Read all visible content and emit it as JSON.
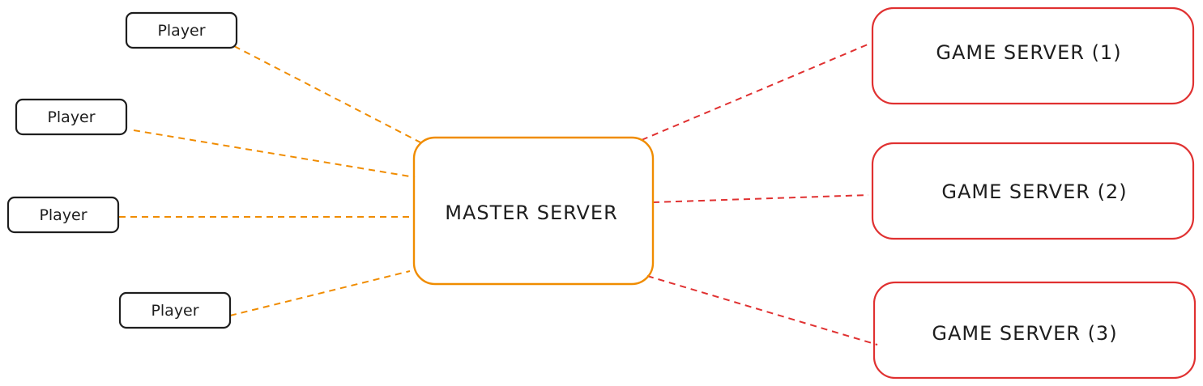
{
  "colors": {
    "player_stroke": "#1e1e1e",
    "master_stroke": "#f08c00",
    "game_server_stroke": "#e03131",
    "player_link": "#f08c00",
    "server_link": "#e03131",
    "text": "#1e1e1e"
  },
  "players": [
    {
      "label": "Player"
    },
    {
      "label": "Player"
    },
    {
      "label": "Player"
    },
    {
      "label": "Player"
    }
  ],
  "master_server": {
    "label": "MASTER SERVER"
  },
  "game_servers": [
    {
      "label": "GAME SERVER (1)"
    },
    {
      "label": "GAME SERVER (2)"
    },
    {
      "label": "GAME SERVER (3)"
    }
  ]
}
